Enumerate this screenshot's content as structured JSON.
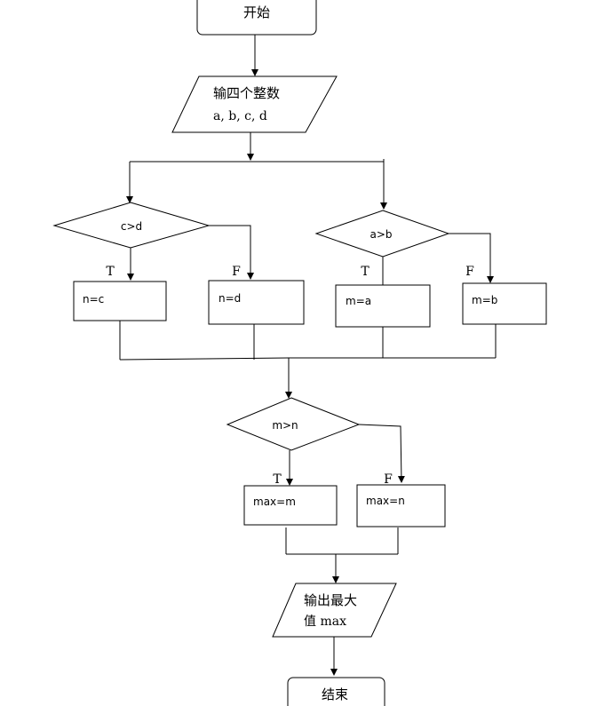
{
  "nodes": {
    "start": "开始",
    "input_line1": "输四个整数",
    "input_line2": "a, b, c, d",
    "cond_cd": "c>d",
    "cond_ab": "a>b",
    "cond_mn": "m>n",
    "n_eq_c": "n=c",
    "n_eq_d": "n=d",
    "m_eq_a": "m=a",
    "m_eq_b": "m=b",
    "max_eq_m": "max=m",
    "max_eq_n": "max=n",
    "output_line1": "输出最大",
    "output_line2": "值 max",
    "end": "结束"
  },
  "branch_labels": {
    "true": "T",
    "false": "F"
  }
}
